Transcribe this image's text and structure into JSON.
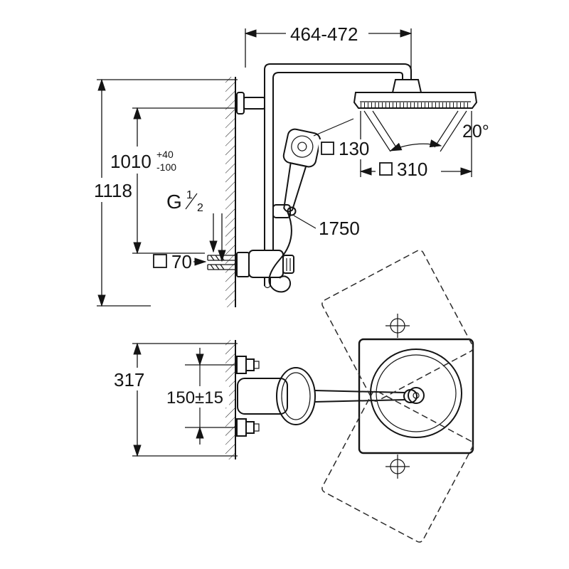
{
  "labels": {
    "width_range": "464-472",
    "install_height": "1010",
    "install_height_tol_plus": "+40",
    "install_height_tol_minus": "-100",
    "total_height": "1118",
    "thread_prefix": "G",
    "thread_numerator": "1",
    "thread_denominator": "2",
    "escutcheon_size": "70",
    "handshower_size": "130",
    "hose_length": "1750",
    "head_angle": "20°",
    "headshower_size": "310",
    "depth": "317",
    "supply_spacing": "150±15"
  },
  "colors": {
    "line": "#141414",
    "background": "#ffffff"
  }
}
